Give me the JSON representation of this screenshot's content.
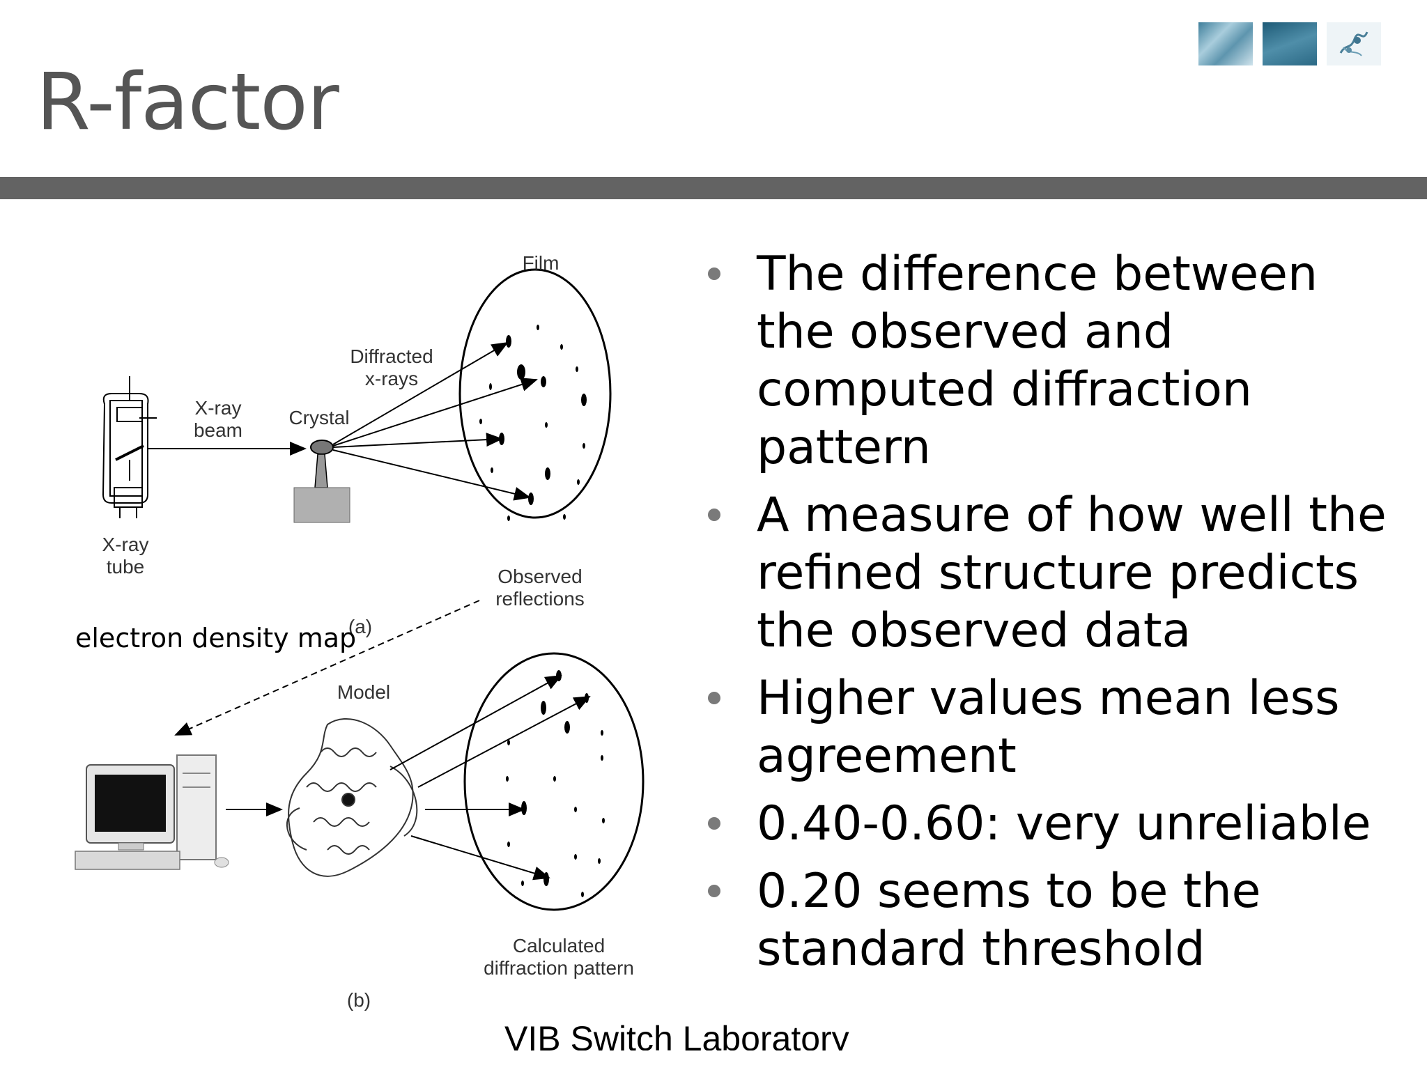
{
  "slide": {
    "title": "R-factor",
    "bullets": [
      "The difference between the observed and computed diffraction pattern",
      "A measure of how well the refined structure predicts the observed data",
      "Higher values mean less agreement",
      "0.40-0.60: very unreliable",
      "0.20 seems to be the standard threshold"
    ],
    "footer": "VIB Switch Laboratory"
  },
  "figure": {
    "labels": {
      "film": "Film",
      "diffracted": "Diffracted\nx-rays",
      "xray_beam": "X-ray\nbeam",
      "crystal": "Crystal",
      "xray_tube": "X-ray\ntube",
      "observed": "Observed\nreflections",
      "panel_a": "(a)",
      "model": "Model",
      "calculated": "Calculated\ndiffraction pattern",
      "panel_b": "(b)"
    },
    "annotation": "electron density map"
  }
}
